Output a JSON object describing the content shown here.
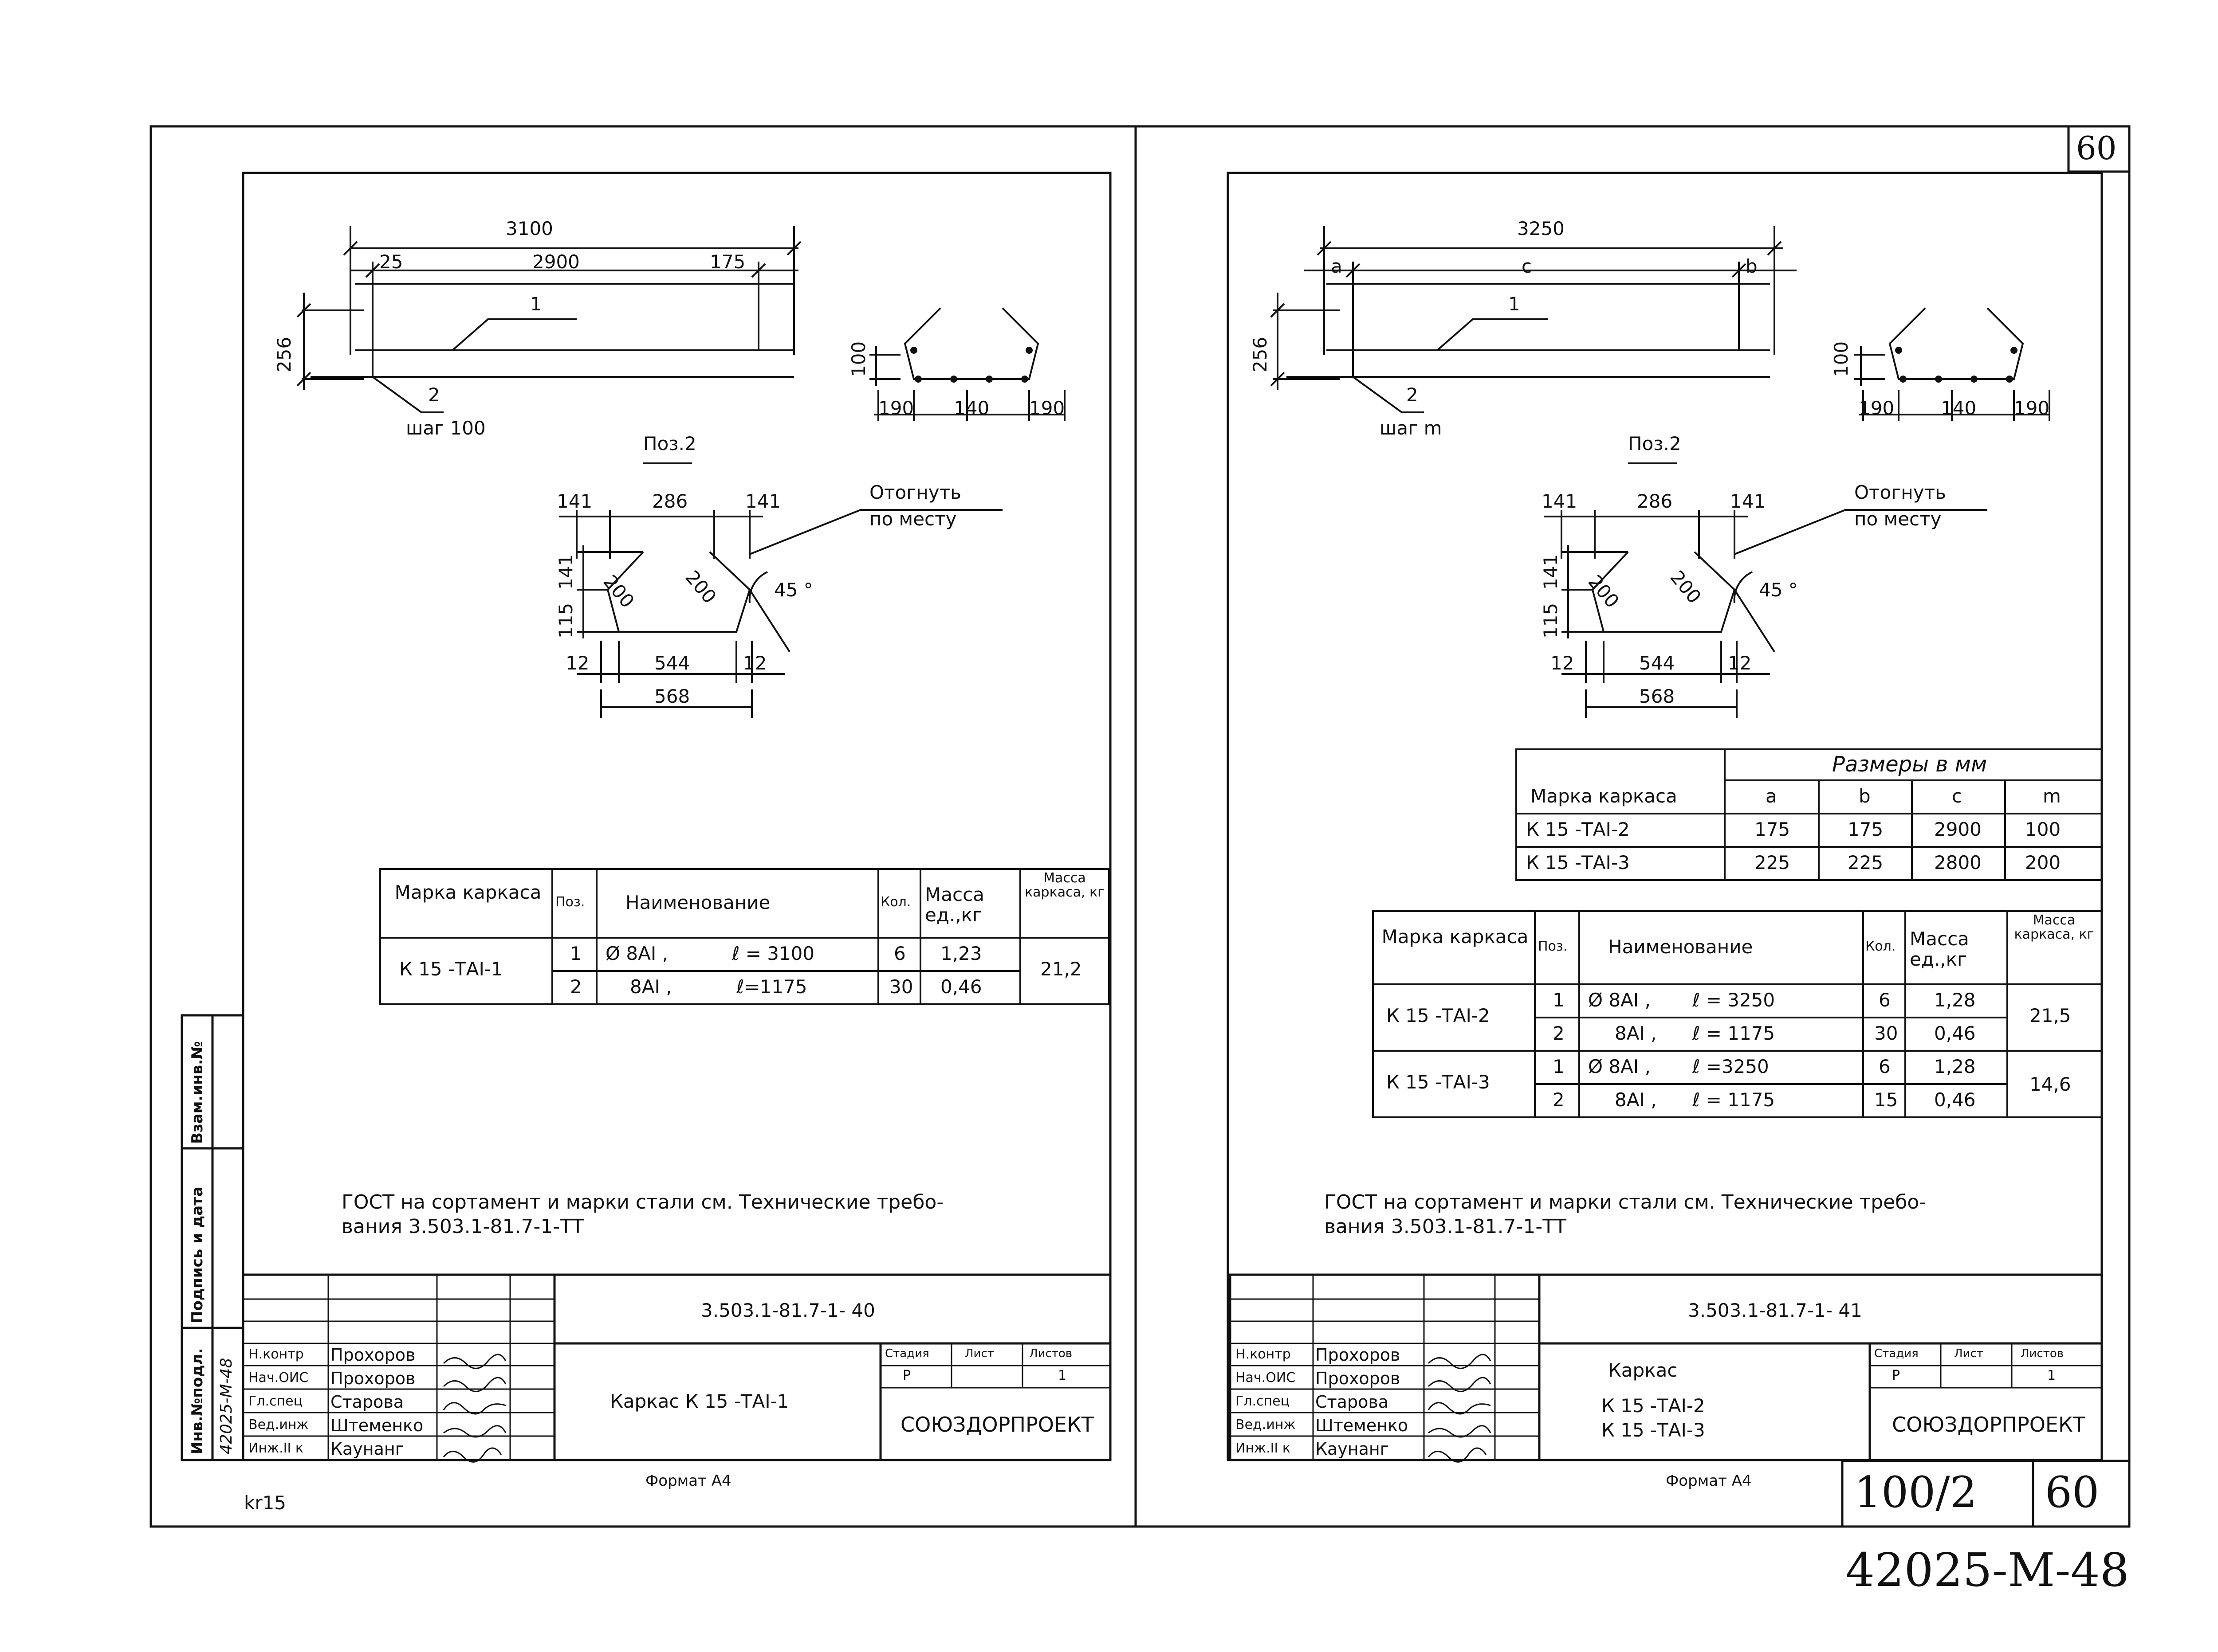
{
  "corner": {
    "sheet_number": "60"
  },
  "bottom": {
    "archive_code": "42025-M-48",
    "sheet_ref": "100/2",
    "sheet_ref_num": "60",
    "format_left": "Формат А4",
    "format_right": "Формат А4",
    "kr": "kr15"
  },
  "side_stamp": {
    "inv_podl_label": "Инв.№подл.",
    "inv_podl_value": "42025-M-48",
    "podpis_label": "Подпись и дата",
    "vzam_label": "Взам.инв.№"
  },
  "left": {
    "dims": {
      "total": "3100",
      "a": "25",
      "c": "2900",
      "b": "175",
      "h": "256",
      "pos1": "1",
      "pos2": "2",
      "step": "шаг 100"
    },
    "cross": {
      "h": "100",
      "d1": "190",
      "d2": "140",
      "d3": "190"
    },
    "poz2": {
      "title": "Поз.2",
      "t1": "141",
      "t2": "286",
      "t3": "141",
      "v1": "141",
      "v2": "115",
      "s1": "200",
      "s2": "200",
      "angle": "45 °",
      "b1": "12",
      "b2": "544",
      "b3": "12",
      "total": "568",
      "note1": "Отогнуть",
      "note2": "по месту"
    },
    "spec": {
      "headers": [
        "Марка каркаса",
        "Поз.",
        "Наименование",
        "Кол.",
        "Масса ед.,кг",
        "Масса каркаса, кг"
      ],
      "mark": "К 15 -ТАI-1",
      "rows": [
        {
          "pos": "1",
          "name": "Ø 8АI ,",
          "len": "ℓ = 3100",
          "qty": "6",
          "mass": "1,23"
        },
        {
          "pos": "2",
          "name": "8АI ,",
          "len": "ℓ=1175",
          "qty": "30",
          "mass": "0,46"
        }
      ],
      "total": "21,2"
    },
    "gost1": "ГОСТ на сортамент и марки стали см. Технические требо-",
    "gost2": "вания 3.503.1-81.7-1-ТТ",
    "title_block": {
      "code": "3.503.1-81.7-1- 40",
      "roles": [
        "Н.контр",
        "Нач.ОИС",
        "Гл.спец",
        "Вед.инж",
        "Инж.II к"
      ],
      "names": [
        "Прохоров",
        "Прохоров",
        "Старова",
        "Штеменко",
        "Каунанг"
      ],
      "title": "Каркас К 15 -ТАI-1",
      "stage_label": "Стадия",
      "sheet_label": "Лист",
      "sheets_label": "Листов",
      "stage": "Р",
      "sheets": "1",
      "org": "СОЮЗДОРПРОЕКТ"
    }
  },
  "right": {
    "dims": {
      "total": "3250",
      "a": "a",
      "c": "c",
      "b": "b",
      "h": "256",
      "pos1": "1",
      "pos2": "2",
      "step": "шаг m"
    },
    "cross": {
      "h": "100",
      "d1": "190",
      "d2": "140",
      "d3": "190"
    },
    "poz2": {
      "title": "Поз.2",
      "t1": "141",
      "t2": "286",
      "t3": "141",
      "v1": "141",
      "v2": "115",
      "s1": "200",
      "s2": "200",
      "angle": "45 °",
      "b1": "12",
      "b2": "544",
      "b3": "12",
      "total": "568",
      "note1": "Отогнуть",
      "note2": "по месту"
    },
    "sizes": {
      "caption": "Размеры в мм",
      "mark_label": "Марка каркаса",
      "cols": [
        "a",
        "b",
        "c",
        "m"
      ],
      "rows": [
        {
          "mark": "К 15 -ТАI-2",
          "vals": [
            "175",
            "175",
            "2900",
            "100"
          ]
        },
        {
          "mark": "К 15 -ТАI-3",
          "vals": [
            "225",
            "225",
            "2800",
            "200"
          ]
        }
      ]
    },
    "spec": {
      "headers": [
        "Марка каркаса",
        "Поз.",
        "Наименование",
        "Кол.",
        "Масса ед.,кг",
        "Масса каркаса, кг"
      ],
      "groups": [
        {
          "mark": "К 15 -ТАI-2",
          "total": "21,5",
          "rows": [
            {
              "pos": "1",
              "name": "Ø 8АI ,",
              "len": "ℓ = 3250",
              "qty": "6",
              "mass": "1,28"
            },
            {
              "pos": "2",
              "name": "8АI ,",
              "len": "ℓ = 1175",
              "qty": "30",
              "mass": "0,46"
            }
          ]
        },
        {
          "mark": "К 15 -ТАI-3",
          "total": "14,6",
          "rows": [
            {
              "pos": "1",
              "name": "Ø 8АI ,",
              "len": "ℓ =3250",
              "qty": "6",
              "mass": "1,28"
            },
            {
              "pos": "2",
              "name": "8АI ,",
              "len": "ℓ = 1175",
              "qty": "15",
              "mass": "0,46"
            }
          ]
        }
      ]
    },
    "gost1": "ГОСТ на сортамент и марки стали см. Технические требо-",
    "gost2": "вания 3.503.1-81.7-1-ТТ",
    "title_block": {
      "code": "3.503.1-81.7-1- 41",
      "roles": [
        "Н.контр",
        "Нач.ОИС",
        "Гл.спец",
        "Вед.инж",
        "Инж.II к"
      ],
      "names": [
        "Прохоров",
        "Прохоров",
        "Старова",
        "Штеменко",
        "Каунанг"
      ],
      "title1": "Каркас",
      "title2": "К 15 -ТАI-2",
      "title3": "К 15 -ТАI-3",
      "stage_label": "Стадия",
      "sheet_label": "Лист",
      "sheets_label": "Листов",
      "stage": "Р",
      "sheets": "1",
      "org": "СОЮЗДОРПРОЕКТ"
    }
  }
}
